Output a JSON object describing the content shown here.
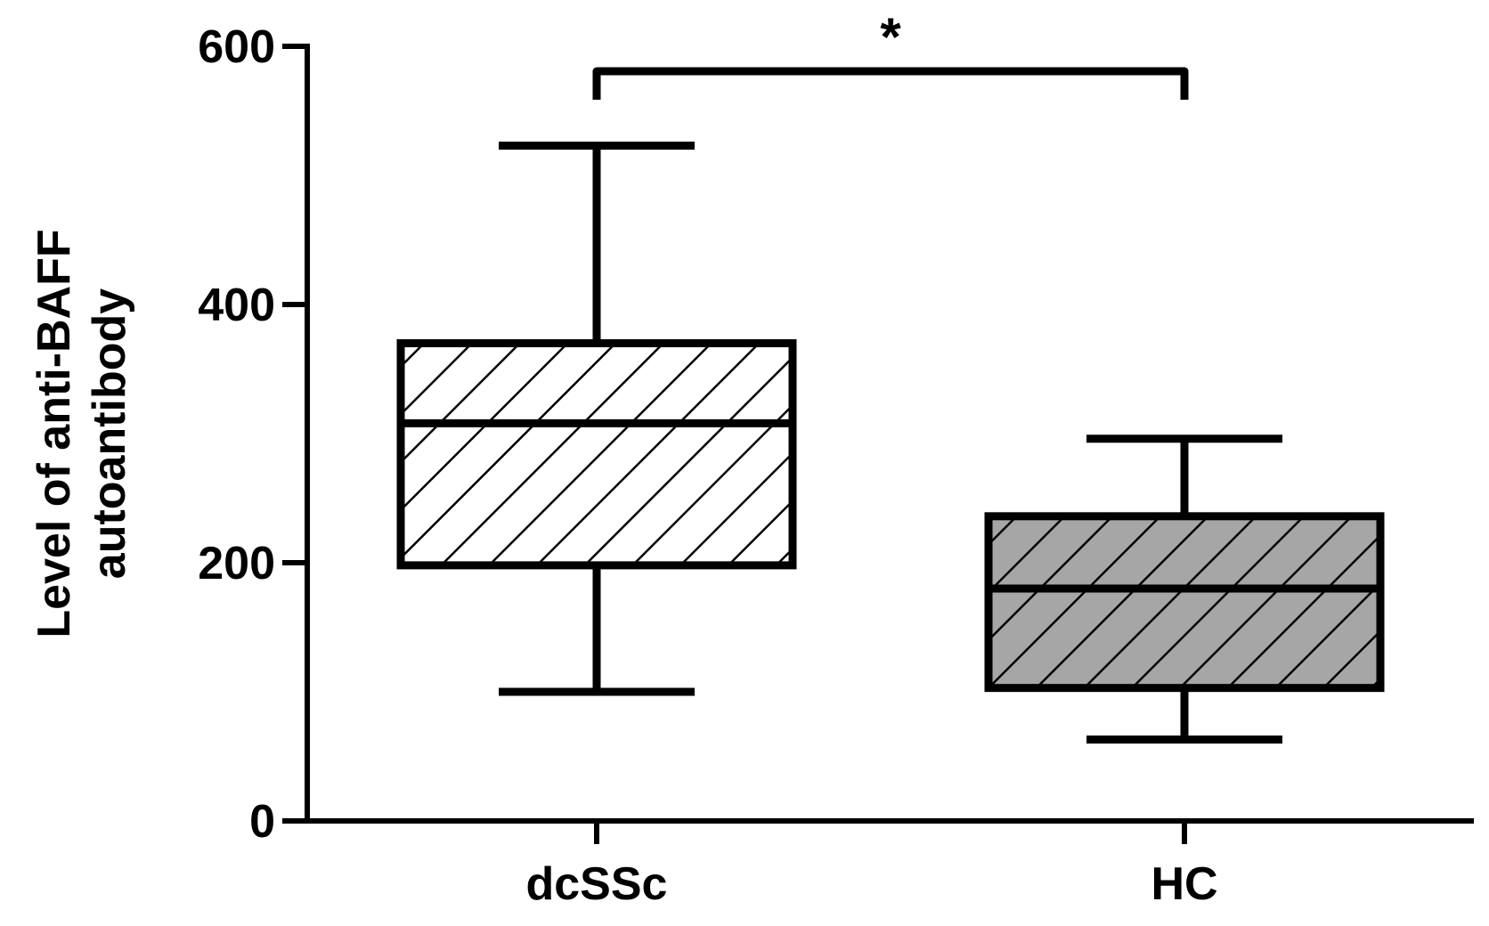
{
  "chart_data": {
    "type": "box",
    "title": "",
    "xlabel": "",
    "ylabel_lines": [
      "Level of anti-BAFF",
      "autoantibody"
    ],
    "ylim": [
      0,
      600
    ],
    "yticks": [
      0,
      200,
      400,
      600
    ],
    "grid": false,
    "categories": [
      "dcSSc",
      "HC"
    ],
    "boxes": [
      {
        "category": "dcSSc",
        "min": 100,
        "q1": 198,
        "median": 308,
        "q3": 370,
        "max": 523,
        "fill": "#ffffff",
        "pattern": "diagonal-hatch"
      },
      {
        "category": "HC",
        "min": 63,
        "q1": 103,
        "median": 180,
        "q3": 236,
        "max": 296,
        "fill": "#a6a6a6",
        "pattern": "diagonal-hatch"
      }
    ],
    "significance": {
      "between": [
        "dcSSc",
        "HC"
      ],
      "label": "*"
    },
    "colors": {
      "ink": "#000000"
    }
  }
}
